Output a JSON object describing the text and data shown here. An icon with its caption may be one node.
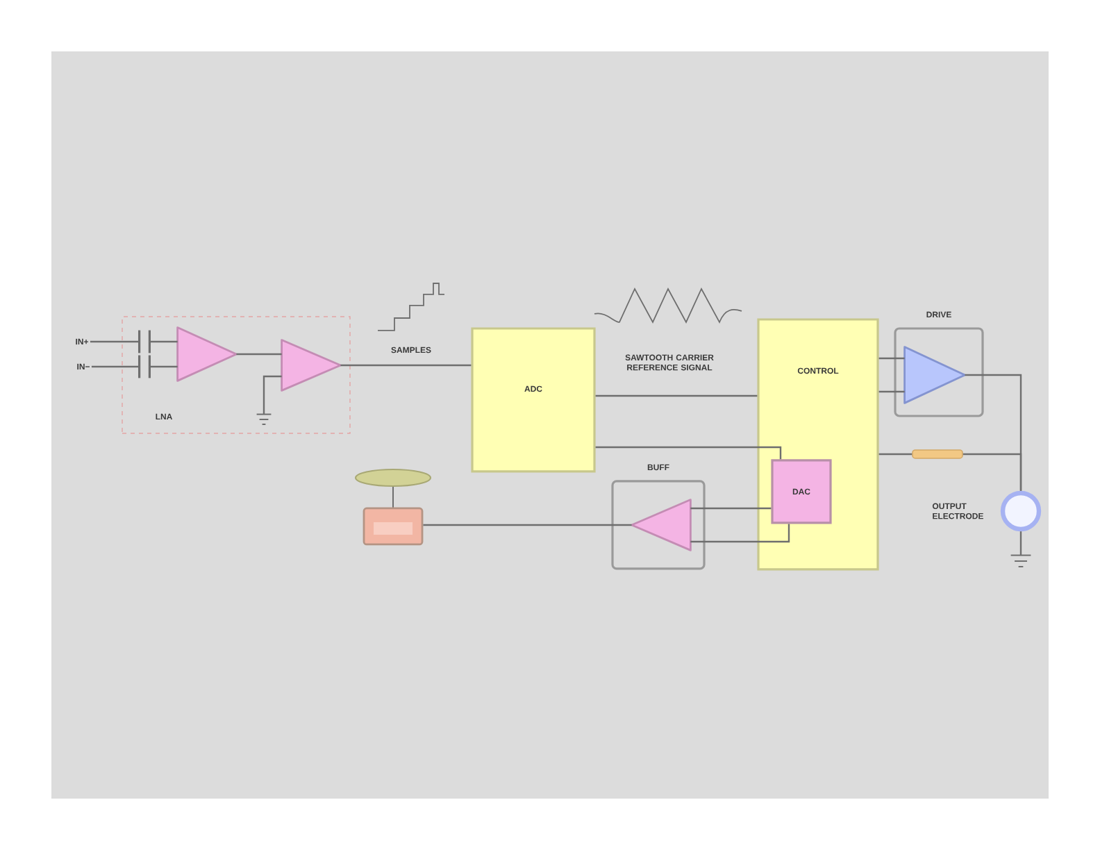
{
  "diagram": {
    "nodes": [
      {
        "text": [
          "IN+"
        ]
      },
      {
        "text": [
          "IN−"
        ]
      },
      {
        "text": [
          "LNA"
        ]
      },
      {
        "text": [],
        "shape": "capacitor",
        "in": 2
      },
      {
        "text": [],
        "shape": "capacitor",
        "in": 2
      },
      {
        "text": [],
        "shape": "triangle",
        "in": 2
      },
      {
        "text": [],
        "shape": "triangle",
        "in": 2
      },
      {
        "text": [],
        "shape": "ground",
        "in": 2
      },
      {
        "text": [
          "ADC"
        ]
      },
      {
        "text": [
          "CONTROL"
        ]
      },
      {
        "text": [
          "DAC"
        ],
        "in": 9
      },
      {
        "text": [
          "BUFF"
        ]
      },
      {
        "text": [],
        "shape": "triangle",
        "in": 11
      },
      {
        "text": [
          "DRIVE"
        ]
      },
      {
        "text": [],
        "shape": "triangle",
        "in": 13
      },
      {
        "text": [],
        "shape": "picture"
      },
      {
        "text": [],
        "shape": "resistor"
      },
      {
        "text": [],
        "shape": "circle",
        "beside": [
          "OUTPUT ELECTRODE"
        ]
      },
      {
        "text": [],
        "shape": "ground"
      }
    ],
    "edges": [
      {
        "from": 0,
        "to": 3,
        "arrow": "none"
      },
      {
        "from": 1,
        "to": 4,
        "arrow": "none"
      },
      {
        "from": 3,
        "to": 5,
        "arrow": "none"
      },
      {
        "from": 4,
        "to": 5,
        "arrow": "none"
      },
      {
        "from": 5,
        "to": 6,
        "arrow": "none"
      },
      {
        "from": 7,
        "to": 6,
        "arrow": "none"
      },
      {
        "from": 6,
        "to": 8,
        "arrow": "none",
        "label": "SAMPLES"
      },
      {
        "from": 8,
        "to": 9,
        "arrow": "none",
        "label": "SAWTOOTH CARRIER REFERENCE SIGNAL"
      },
      {
        "from": 8,
        "to": 10,
        "arrow": "none"
      },
      {
        "from": 9,
        "to": 14,
        "arrow": "none"
      },
      {
        "from": 9,
        "to": 14,
        "arrow": "none"
      },
      {
        "from": 14,
        "to": 17,
        "arrow": "none"
      },
      {
        "from": 9,
        "to": 16,
        "arrow": "none"
      },
      {
        "from": 16,
        "to": 17,
        "arrow": "none"
      },
      {
        "from": 17,
        "to": 18,
        "arrow": "none"
      },
      {
        "from": 10,
        "to": 12,
        "arrow": "none"
      },
      {
        "from": 10,
        "to": 12,
        "arrow": "none"
      },
      {
        "from": 12,
        "to": 15,
        "arrow": "none"
      }
    ]
  }
}
